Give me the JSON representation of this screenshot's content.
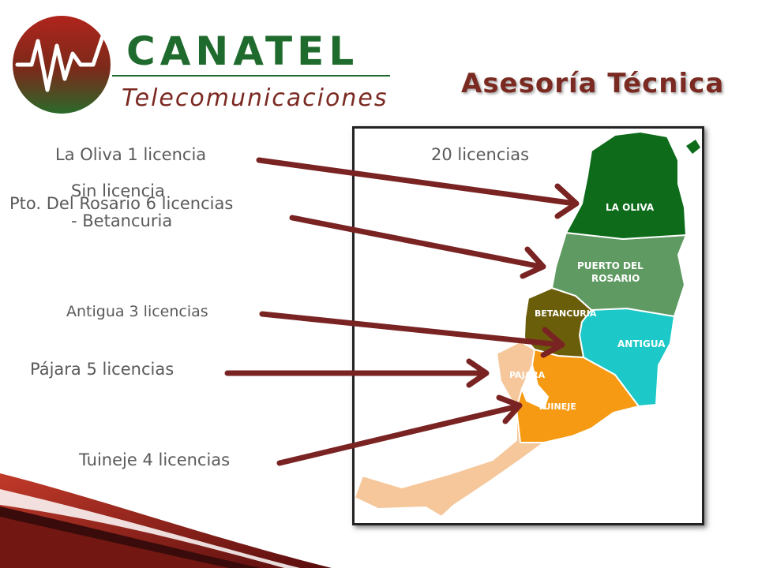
{
  "logo": {
    "brand": "CANATEL",
    "tagline": "Telecomunicaciones"
  },
  "title": "Asesoría Técnica",
  "labels": {
    "la_oliva": "La Oliva 1 licencia",
    "total": "20 licencias",
    "sin_licencia_1": "Sin licencia",
    "sin_licencia_2": "- Betancuria",
    "pto_rosario": "Pto. Del Rosario 6 licencias",
    "antigua": "Antigua 3 licencias",
    "pajara": "Pájara 5 licencias",
    "tuineje": "Tuineje 4 licencias"
  },
  "map": {
    "regions": {
      "la_oliva": "LA OLIVA",
      "puerto_1": "PUERTO DEL",
      "puerto_2": "ROSARIO",
      "betancuria": "BETANCURIA",
      "antigua": "ANTIGUA",
      "pajara": "PAJARA",
      "tuineje": "TUINEJE"
    },
    "colors": {
      "la_oliva": "#0d6b1a",
      "puerto": "#5f9a62",
      "betancuria": "#6b5e0a",
      "antigua": "#1cc8c8",
      "pajara": "#f5c79a",
      "tuineje": "#f59a12"
    }
  },
  "colors": {
    "arrow": "#7a2323",
    "title": "#7b2a22",
    "label": "#5a5a5a",
    "brand_green": "#1f6b2e"
  }
}
